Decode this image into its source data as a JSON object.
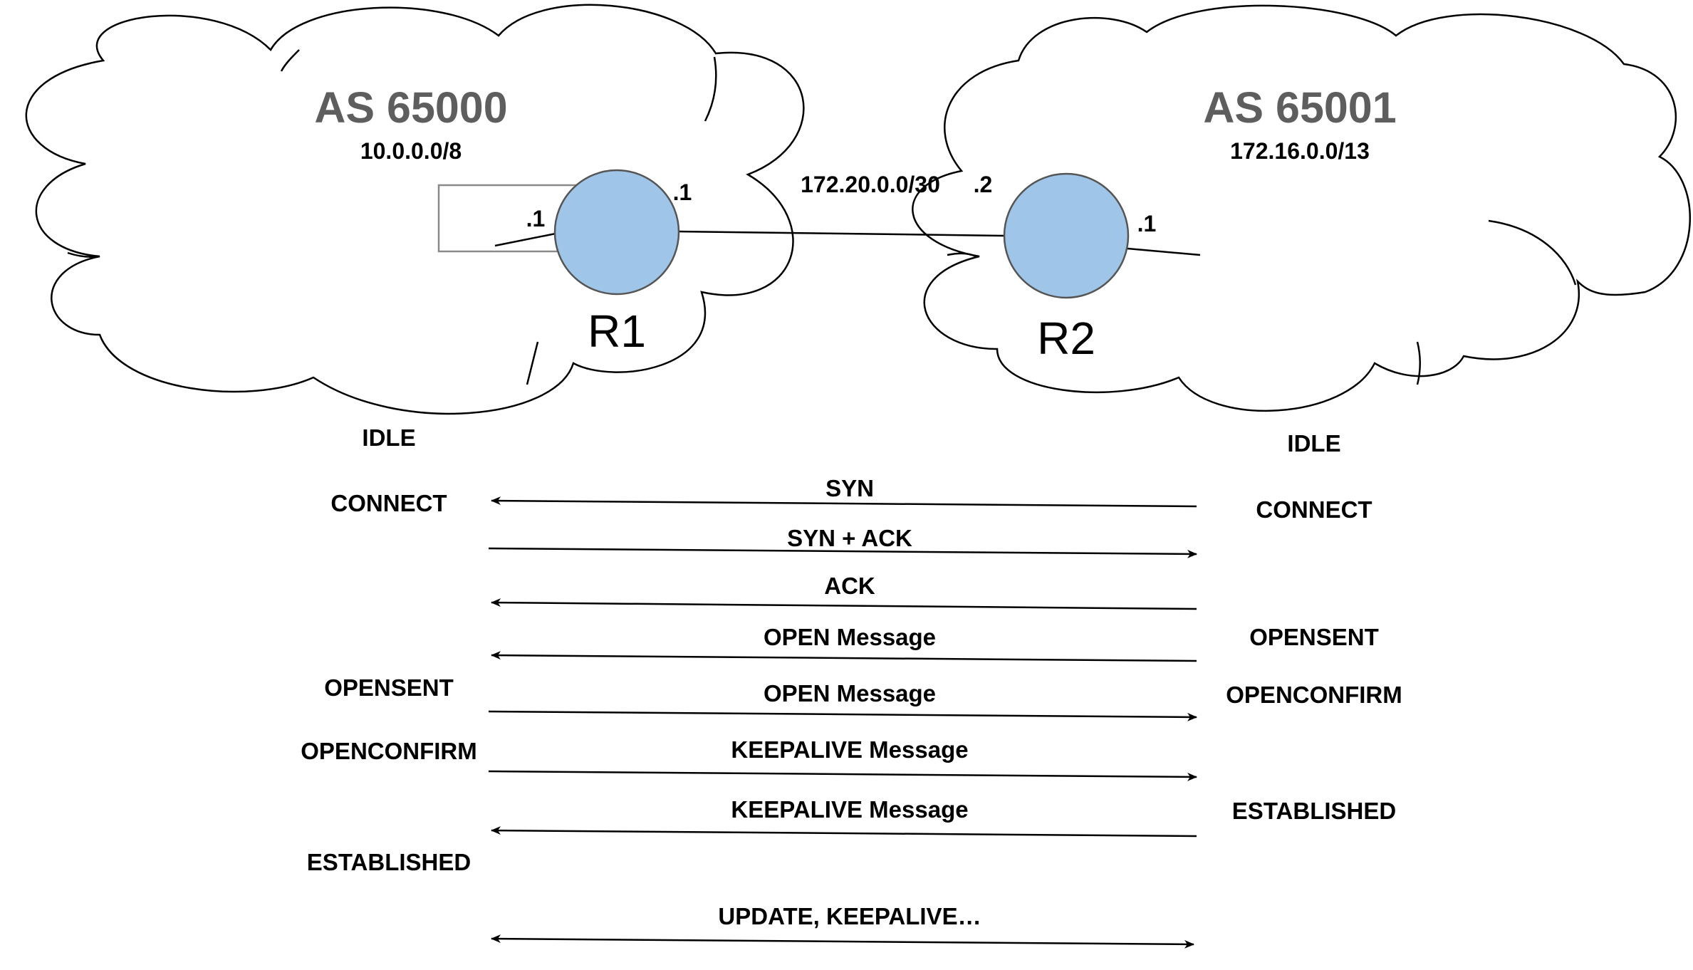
{
  "as_left": {
    "name": "AS 65000",
    "prefix": "10.0.0.0/8",
    "router": "R1",
    "iface_inner": ".1",
    "iface_outer": ".1",
    "state_idle": "IDLE"
  },
  "as_right": {
    "name": "AS 65001",
    "prefix": "172.16.0.0/13",
    "router": "R2",
    "iface_inner": ".1",
    "iface_outer": ".2",
    "state_idle": "IDLE"
  },
  "link": {
    "subnet": "172.20.0.0/30"
  },
  "messages": [
    {
      "label": "SYN",
      "direction": "right-to-left"
    },
    {
      "label": "SYN + ACK",
      "direction": "left-to-right"
    },
    {
      "label": "ACK",
      "direction": "right-to-left"
    },
    {
      "label": "OPEN Message",
      "direction": "right-to-left"
    },
    {
      "label": "OPEN Message",
      "direction": "left-to-right"
    },
    {
      "label": "KEEPALIVE Message",
      "direction": "left-to-right"
    },
    {
      "label": "KEEPALIVE Message",
      "direction": "right-to-left"
    },
    {
      "label": "UPDATE, KEEPALIVE…",
      "direction": "both"
    }
  ],
  "left_states": [
    "CONNECT",
    "OPENSENT",
    "OPENCONFIRM",
    "ESTABLISHED"
  ],
  "right_states": [
    "CONNECT",
    "OPENSENT",
    "OPENCONFIRM",
    "ESTABLISHED"
  ]
}
